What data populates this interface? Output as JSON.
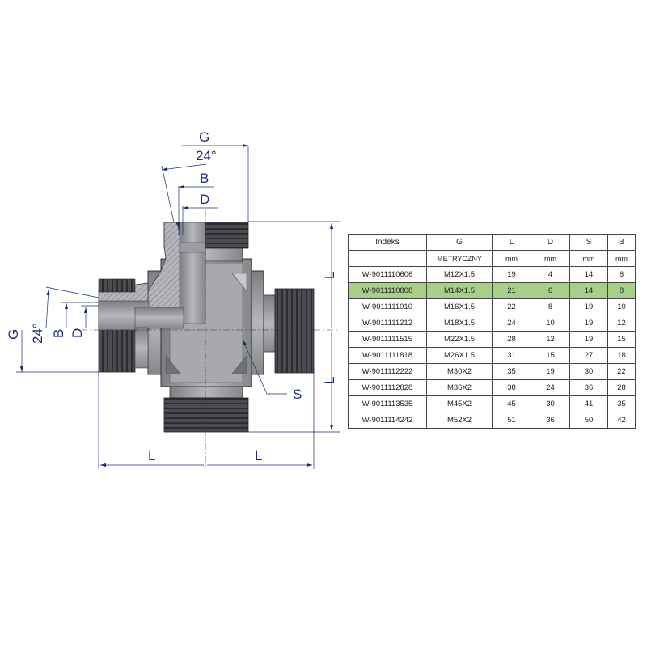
{
  "diagram": {
    "labels": {
      "top_G": "G",
      "top_angle": "24°",
      "top_B": "B",
      "top_D": "D",
      "left_G": "G",
      "left_angle": "24°",
      "left_B": "B",
      "left_D": "D",
      "right_L_upper": "L",
      "right_L_lower": "L",
      "bottom_L_left": "L",
      "bottom_L_right": "L",
      "wrench_S": "S"
    },
    "colors": {
      "dimension_line": "#1c2a7a",
      "body": "#9a9ca0",
      "thread": "#3d3f44",
      "highlight_row": "#a8cf8a"
    }
  },
  "table": {
    "headers": [
      "Indeks",
      "G",
      "L",
      "D",
      "S",
      "B"
    ],
    "units": [
      "",
      "METRYCZNY",
      "mm",
      "mm",
      "mm",
      "mm"
    ],
    "highlight_index": 1,
    "rows": [
      [
        "W-9011110606",
        "M12X1.5",
        "19",
        "4",
        "14",
        "6"
      ],
      [
        "W-9011110808",
        "M14X1.5",
        "21",
        "6",
        "14",
        "8"
      ],
      [
        "W-9011111010",
        "M16X1.5",
        "22",
        "8",
        "19",
        "10"
      ],
      [
        "W-9011111212",
        "M18X1.5",
        "24",
        "10",
        "19",
        "12"
      ],
      [
        "W-9011111515",
        "M22X1.5",
        "28",
        "12",
        "19",
        "15"
      ],
      [
        "W-9011111818",
        "M26X1.5",
        "31",
        "15",
        "27",
        "18"
      ],
      [
        "W-9011112222",
        "M30X2",
        "35",
        "19",
        "30",
        "22"
      ],
      [
        "W-9011112828",
        "M36X2",
        "38",
        "24",
        "36",
        "28"
      ],
      [
        "W-9011113535",
        "M45X2",
        "45",
        "30",
        "41",
        "35"
      ],
      [
        "W-9011114242",
        "M52X2",
        "51",
        "36",
        "50",
        "42"
      ]
    ]
  }
}
